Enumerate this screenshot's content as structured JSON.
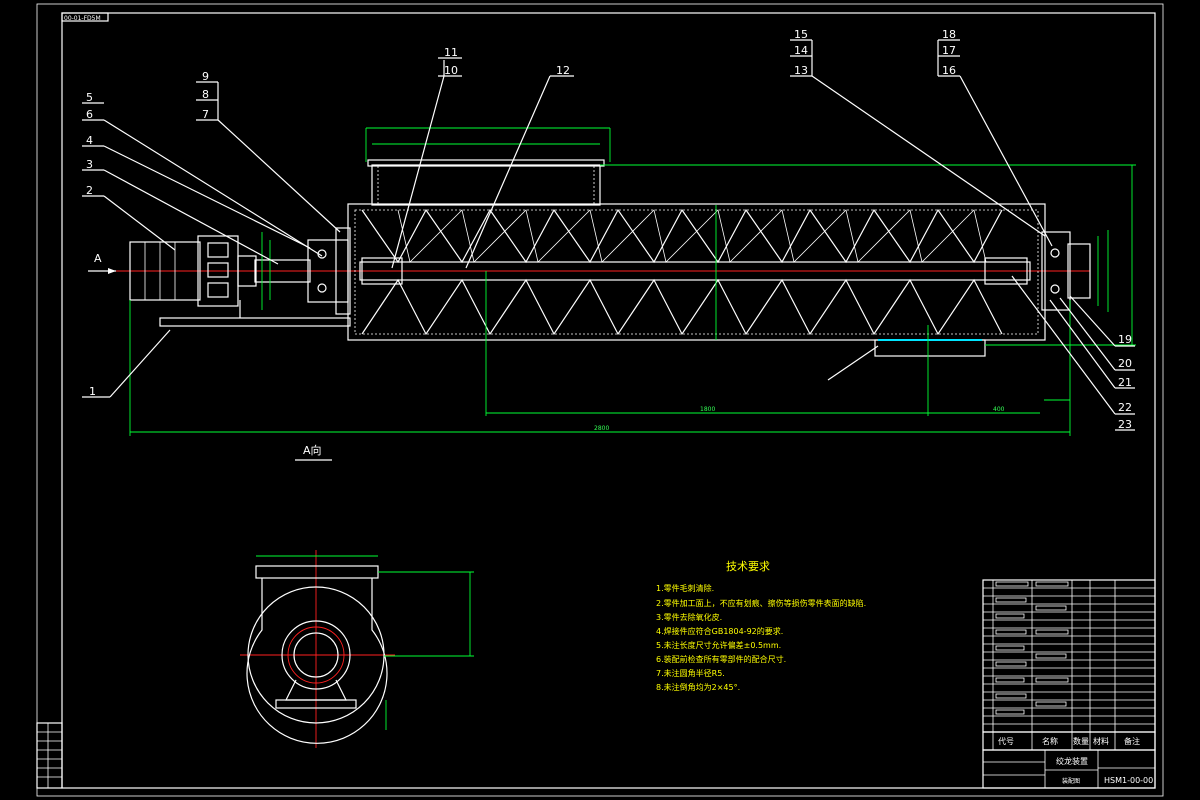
{
  "drawing": {
    "code_box": "00-01-FD5M",
    "view_label_arrow": "A",
    "section_view_title": "A向",
    "part_numbers": {
      "n1": "1",
      "n2": "2",
      "n3": "3",
      "n4": "4",
      "n5": "5",
      "n6": "6",
      "n7": "7",
      "n8": "8",
      "n9": "9",
      "n10": "10",
      "n11": "11",
      "n12": "12",
      "n13": "13",
      "n14": "14",
      "n15": "15",
      "n16": "16",
      "n17": "17",
      "n18": "18",
      "n19": "19",
      "n20": "20",
      "n21": "21",
      "n22": "22",
      "n23": "23"
    },
    "dims": {
      "total_length": "2800",
      "span": "1800",
      "end_gap": "400"
    }
  },
  "tech_requirements": {
    "title": "技术要求",
    "items": [
      "1.零件毛刺清除.",
      "2.零件加工面上，不应有划痕、擦伤等损伤零件表面的缺陷.",
      "3.零件去除氧化皮.",
      "4.焊接件应符合GB1804-92的要求.",
      "5.未注长度尺寸允许偏差±0.5mm.",
      "6.装配前检查所有零部件的配合尺寸.",
      "7.未注圆角半径R5.",
      "8.未注倒角均为2×45°."
    ]
  },
  "title_block": {
    "header_code": "代号",
    "header_name": "名称",
    "header_qty": "数量",
    "header_material": "材料",
    "header_note": "备注",
    "product_name": "绞龙装置",
    "drawing_code": "HSM1-00-00",
    "sub_label": "装配图"
  }
}
